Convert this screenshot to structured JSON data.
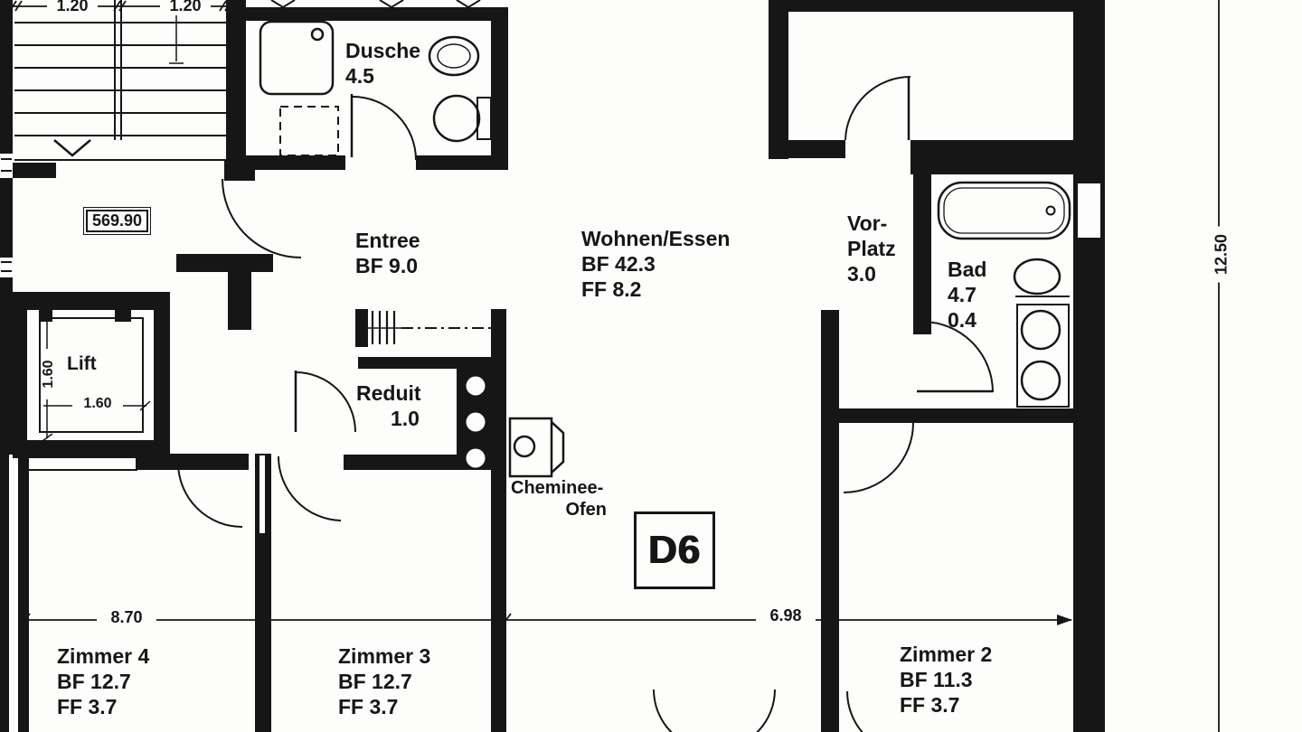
{
  "unit": {
    "label": "D6"
  },
  "level_mark": "569.90",
  "rooms": {
    "dusche": {
      "name": "Dusche",
      "area": "4.5"
    },
    "entree": {
      "name": "Entree",
      "bf": "BF 9.0"
    },
    "wohnen": {
      "name": "Wohnen/Essen",
      "bf": "BF 42.3",
      "ff": "FF 8.2"
    },
    "vorplatz": {
      "name1": "Vor-",
      "name2": "Platz",
      "area": "3.0"
    },
    "bad": {
      "name": "Bad",
      "area1": "4.7",
      "area2": "0.4"
    },
    "lift": {
      "name": "Lift"
    },
    "reduit": {
      "name": "Reduit",
      "area": "1.0"
    },
    "zimmer4": {
      "name": "Zimmer 4",
      "bf": "BF 12.7",
      "ff": "FF 3.7"
    },
    "zimmer3": {
      "name": "Zimmer 3",
      "bf": "BF 12.7",
      "ff": "FF 3.7"
    },
    "zimmer2": {
      "name": "Zimmer 2",
      "bf": "BF 11.3",
      "ff": "FF 3.7"
    }
  },
  "annotations": {
    "cheminee_line1": "Cheminee-",
    "cheminee_line2": "Ofen"
  },
  "dimensions": {
    "stair_left": "1.20",
    "stair_right": "1.20",
    "lift_width": "1.60",
    "lift_depth": "1.60",
    "bottom_left": "8.70",
    "bottom_right": "6.98",
    "right_side": "12.50"
  },
  "colors": {
    "ink": "#161616",
    "paper": "#fdfdfc"
  }
}
